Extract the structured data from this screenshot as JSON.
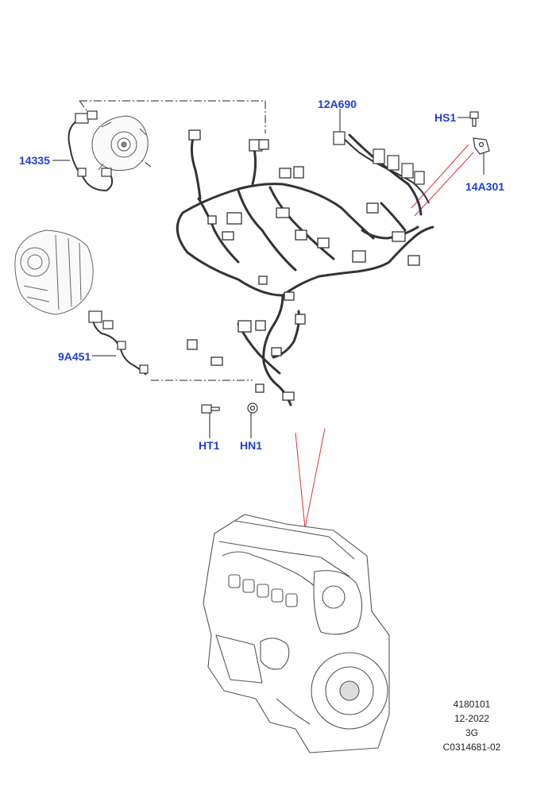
{
  "diagram": {
    "callouts": [
      {
        "id": "14335",
        "label": "14335"
      },
      {
        "id": "12A690",
        "label": "12A690"
      },
      {
        "id": "HS1",
        "label": "HS1"
      },
      {
        "id": "14A301",
        "label": "14A301"
      },
      {
        "id": "9A451",
        "label": "9A451"
      },
      {
        "id": "HT1",
        "label": "HT1"
      },
      {
        "id": "HN1",
        "label": "HN1"
      }
    ],
    "colors": {
      "callout": "#1f3fd6",
      "leader_red": "#e03030",
      "line_art": "#333333"
    }
  },
  "footer": {
    "ref_number": "4180101",
    "date": "12-2022",
    "variant": "3G",
    "drawing_code": "C0314681-02"
  }
}
